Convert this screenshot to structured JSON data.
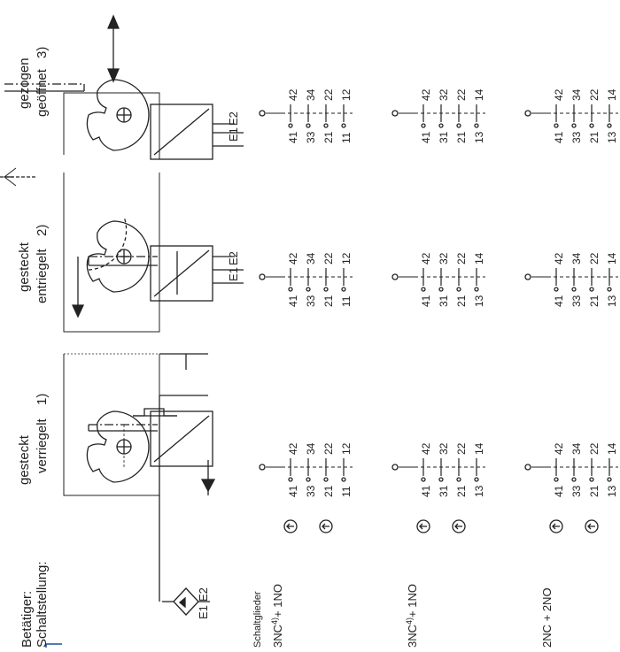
{
  "header": {
    "betaetiger_label": "Betätiger:",
    "schaltstellung_label": "Schaltstellung:",
    "schaltglieder_label": "Schaltglieder"
  },
  "positions": [
    {
      "line1": "gesteckt",
      "line2": "verriegelt",
      "footnote": "1)"
    },
    {
      "line1": "gesteckt",
      "line2": "entriegelt",
      "footnote": "2)"
    },
    {
      "line1": "gezogen",
      "line2": "geöffnet",
      "footnote": "3)"
    }
  ],
  "terminals": {
    "e1": "E1",
    "e2": "E2"
  },
  "variants": [
    {
      "label": "3NC",
      "sup": "4)",
      "suffix": "+ 1NO",
      "left": [
        "41",
        "33",
        "21",
        "11"
      ],
      "right": [
        "42",
        "34",
        "22",
        "12"
      ]
    },
    {
      "label": "3NC",
      "sup": "4)",
      "suffix": "+ 1NO",
      "left": [
        "41",
        "31",
        "21",
        "13"
      ],
      "right": [
        "42",
        "32",
        "22",
        "14"
      ]
    },
    {
      "label": "2NC + 2NO",
      "sup": "",
      "suffix": "",
      "left": [
        "41",
        "33",
        "21",
        "13"
      ],
      "right": [
        "42",
        "34",
        "22",
        "14"
      ]
    }
  ],
  "colors": {
    "ink": "#222222",
    "background": "#ffffff",
    "tab": "#1a4fa0"
  },
  "icons": {
    "positive_opening": "positive-opening-arrow-in-circle",
    "solenoid": "solenoid-coil-box",
    "actuator": "cam-wheel-with-key"
  }
}
